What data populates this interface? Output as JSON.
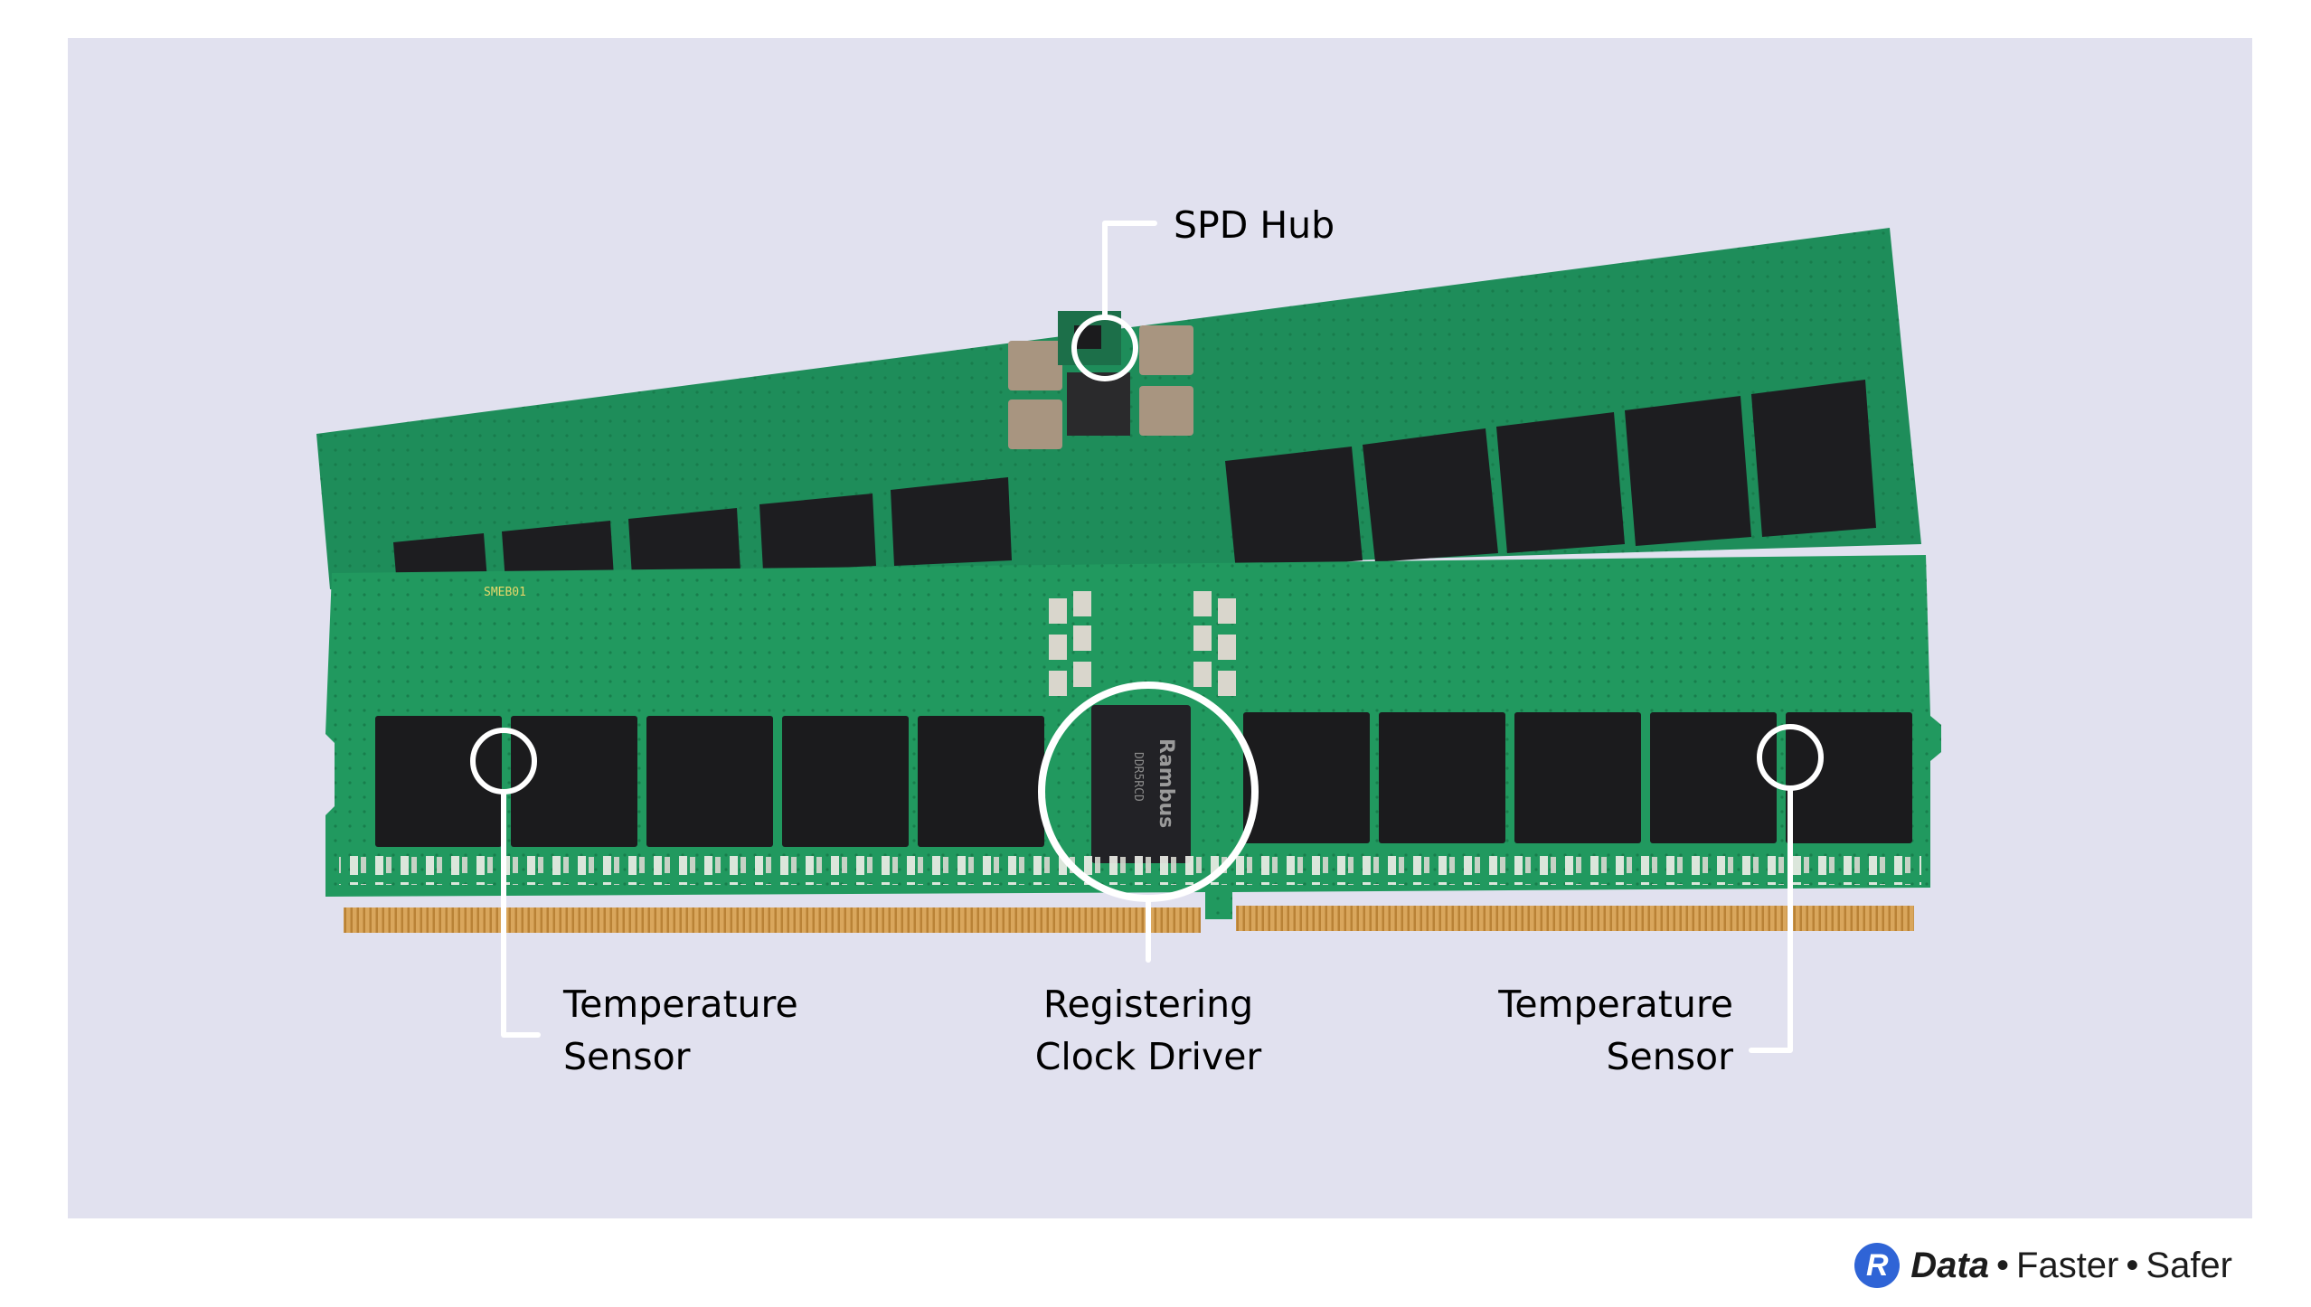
{
  "callouts": {
    "spd_hub": "SPD Hub",
    "temp_left_line1": "Temperature",
    "temp_left_line2": "Sensor",
    "rcd_line1": "Registering",
    "rcd_line2": "Clock Driver",
    "temp_right_line1": "Temperature",
    "temp_right_line2": "Sensor"
  },
  "chip_marking": {
    "brand": "Rambus",
    "part": "DDR5RCD"
  },
  "silkscreen": "SMEB01",
  "brand": {
    "logo_letter": "R",
    "word_bold": "Data",
    "separator": "•",
    "word2": "Faster",
    "word3": "Safer"
  },
  "colors": {
    "background": "#e1e1ef",
    "pcb_green": "#1f9460",
    "dram_chip": "#1b1b1d",
    "gold_contacts": "#d7a35a",
    "callout_line": "#ffffff",
    "logo_blue": "#2f64d6"
  }
}
